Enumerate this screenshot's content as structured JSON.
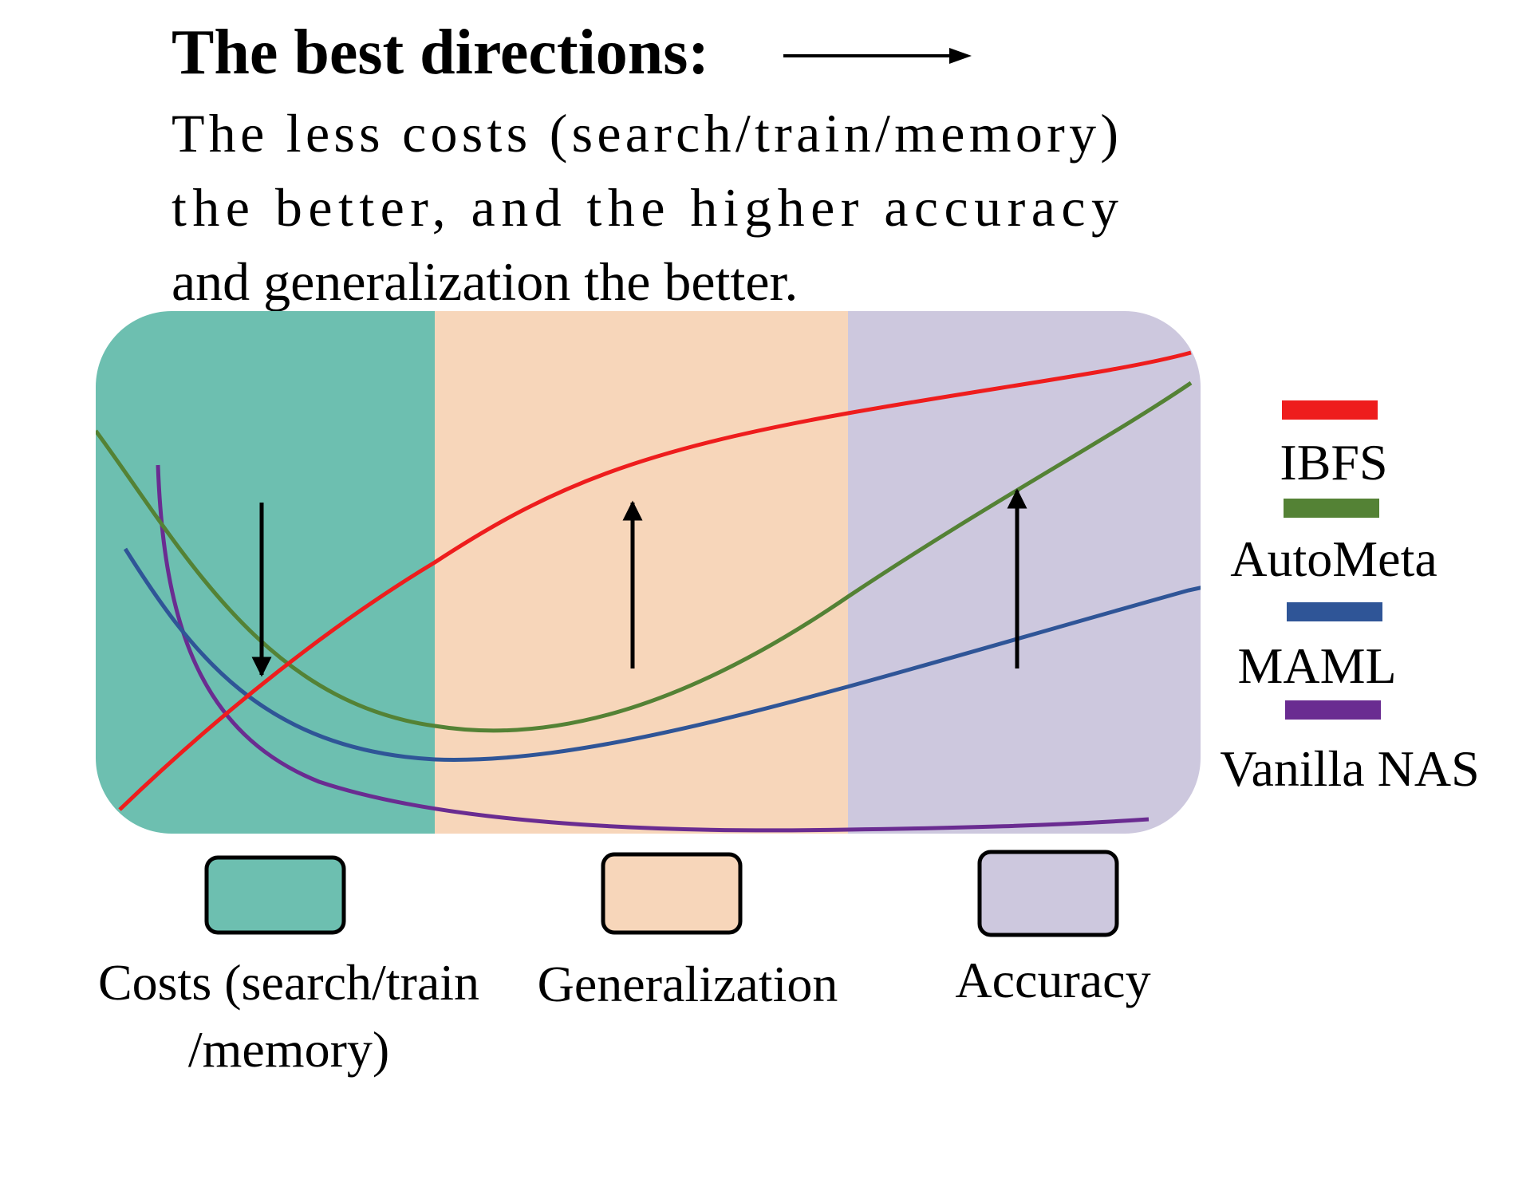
{
  "header": {
    "title": "The best directions:",
    "description_lines": [
      "The less costs (search/train/memory)",
      "the better, and the higher accuracy",
      "and generalization the better."
    ]
  },
  "regions": [
    {
      "key": "costs",
      "color": "#6dbfb0",
      "label_lines": [
        "Costs (search/train",
        "/memory)"
      ]
    },
    {
      "key": "generalization",
      "color": "#f7d6ba",
      "label_lines": [
        "Generalization"
      ]
    },
    {
      "key": "accuracy",
      "color": "#cdc8de",
      "label_lines": [
        "Accuracy"
      ]
    }
  ],
  "legend": [
    {
      "name": "IBFS",
      "color": "#ee1d1d"
    },
    {
      "name": "AutoMeta",
      "color": "#548235"
    },
    {
      "name": "MAML",
      "color": "#2f5597"
    },
    {
      "name": "Vanilla NAS",
      "color": "#6a2c91"
    }
  ],
  "arrows": [
    {
      "region": "costs",
      "direction": "down"
    },
    {
      "region": "generalization",
      "direction": "up"
    },
    {
      "region": "accuracy",
      "direction": "up"
    }
  ],
  "icons": {
    "title_arrow": "right-arrow-icon"
  }
}
